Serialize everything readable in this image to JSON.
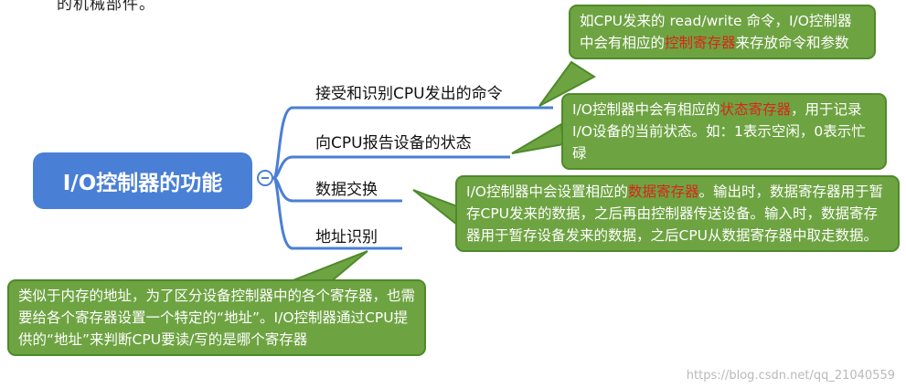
{
  "top_fragment": "的机械部件。",
  "root": {
    "label": "I/O控制器的功能"
  },
  "branches": [
    {
      "label": "接受和识别CPU发出的命令"
    },
    {
      "label": "向CPU报告设备的状态"
    },
    {
      "label": "数据交换"
    },
    {
      "label": "地址识别"
    }
  ],
  "notes": {
    "command": {
      "pre": "如CPU发来的 read/write 命令，I/O控制器中会有相应的",
      "highlight": "控制寄存器",
      "post": "来存放命令和参数"
    },
    "status": {
      "pre": "I/O控制器中会有相应的",
      "highlight": "状态寄存器",
      "post": "，用于记录I/O设备的当前状态。如：1表示空闲，0表示忙碌"
    },
    "data": {
      "pre": "I/O控制器中会设置相应的",
      "highlight": "数据寄存器",
      "post": "。输出时，数据寄存器用于暂存CPU发来的数据，之后再由控制器传送设备。输入时，数据寄存器用于暂存设备发来的数据，之后CPU从数据寄存器中取走数据。"
    },
    "address": {
      "text": "类似于内存的地址，为了区分设备控制器中的各个寄存器，也需要给各个寄存器设置一个特定的“地址”。I/O控制器通过CPU提供的“地址”来判断CPU要读/写的是哪个寄存器"
    }
  },
  "colors": {
    "root": "#4a7fd6",
    "branch_line": "#4a7fd6",
    "note_fill": "#6ea342",
    "highlight": "#d7271a"
  },
  "watermark": "https://blog.csdn.net/qq_21040559"
}
